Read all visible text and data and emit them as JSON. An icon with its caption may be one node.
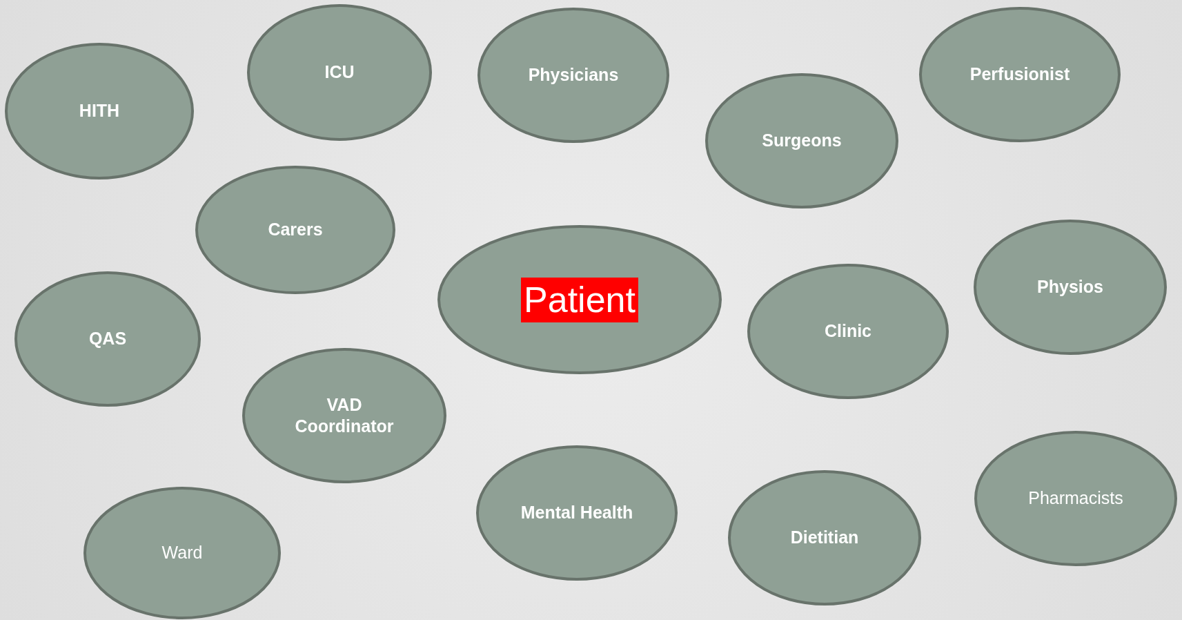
{
  "diagram": {
    "nodes": [
      {
        "text": [
          "HITH"
        ]
      },
      {
        "text": [
          "ICU"
        ]
      },
      {
        "text": [
          "Physicians"
        ]
      },
      {
        "text": [
          "Surgeons"
        ]
      },
      {
        "text": [
          "Perfusionist"
        ]
      },
      {
        "text": [
          "Carers"
        ]
      },
      {
        "text": [
          "Patient"
        ]
      },
      {
        "text": [
          "Physios"
        ]
      },
      {
        "text": [
          "QAS"
        ]
      },
      {
        "text": [
          "Clinic"
        ]
      },
      {
        "text": [
          "VAD Coordinator"
        ]
      },
      {
        "text": [
          "Mental Health"
        ]
      },
      {
        "text": [
          "Dietitian"
        ]
      },
      {
        "text": [
          "Pharmacists"
        ]
      },
      {
        "text": [
          "Ward"
        ]
      }
    ]
  }
}
